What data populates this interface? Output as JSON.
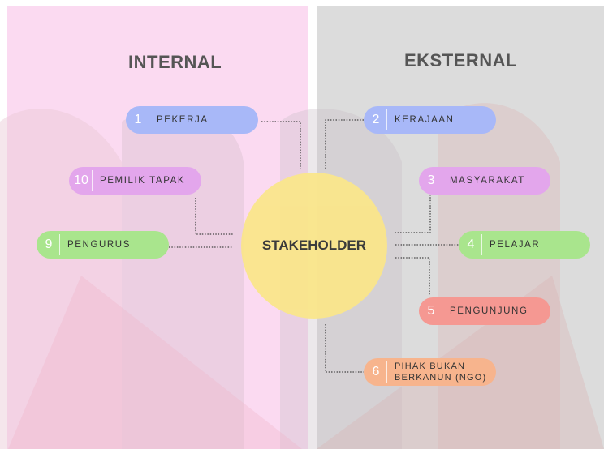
{
  "headings": {
    "internal": "INTERNAL",
    "external": "EKSTERNAL"
  },
  "center": {
    "label": "STAKEHOLDER"
  },
  "nodes": [
    {
      "num": "1",
      "label": "PEKERJA",
      "color": "#a8b8f8"
    },
    {
      "num": "2",
      "label": "KERAJAAN",
      "color": "#a8b8f8"
    },
    {
      "num": "3",
      "label": "MASYARAKAT",
      "color": "#e3a6ec"
    },
    {
      "num": "4",
      "label": "PELAJAR",
      "color": "#a9e58d"
    },
    {
      "num": "5",
      "label": "PENGUNJUNG",
      "color": "#f59892"
    },
    {
      "num": "6",
      "label": "PIHAK BUKAN BERKANUN (NGO)",
      "color": "#f7b48d"
    },
    {
      "num": "9",
      "label": "PENGURUS",
      "color": "#a9e58d"
    },
    {
      "num": "10",
      "label": "PEMILIK TAPAK",
      "color": "#e3a6ec"
    }
  ],
  "colors": {
    "left_panel": "#fbdaf1",
    "right_panel": "#dcdcdc",
    "center": "#fae68b"
  }
}
